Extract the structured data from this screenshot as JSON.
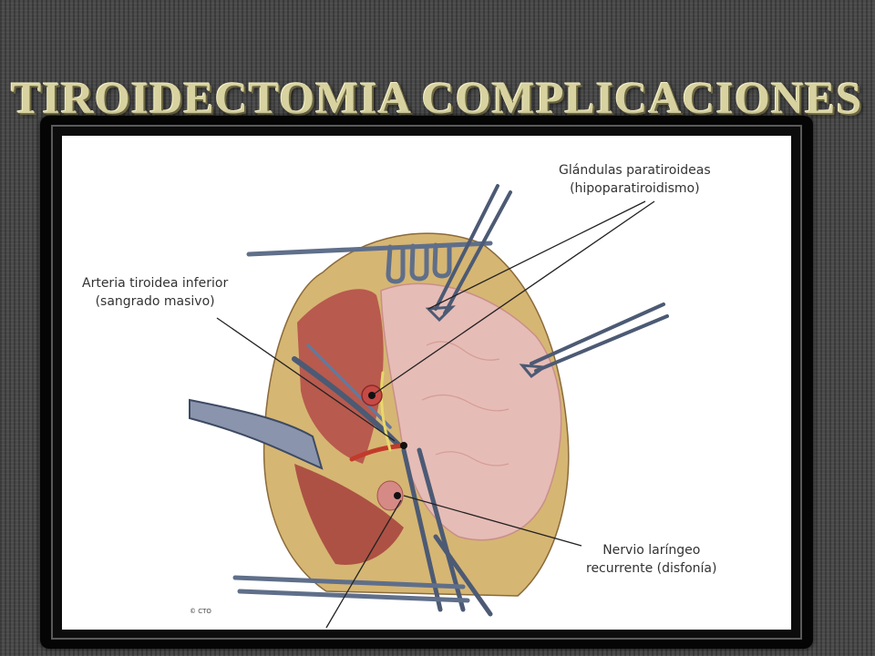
{
  "slide": {
    "title": "TIROIDECTOMIA COMPLICACIONES"
  },
  "figure": {
    "labels": {
      "parathyroid": {
        "line1": "Glándulas paratiroideas",
        "line2": "(hipoparatiroidismo)"
      },
      "artery": {
        "line1": "Arteria tiroidea inferior",
        "line2": "(sangrado masivo)"
      },
      "nerve": {
        "line1": "Nervio laríngeo",
        "line2": "recurrente (disfonía)"
      }
    },
    "copyright": "© CTO"
  },
  "colors": {
    "background": "#4a4a4a",
    "title": "#d8d2a0",
    "frame": "#050505",
    "gland": "#e6bcb6",
    "muscle": "#b5504a",
    "fat": "#d6b673",
    "instrument": "#4c5a74"
  }
}
